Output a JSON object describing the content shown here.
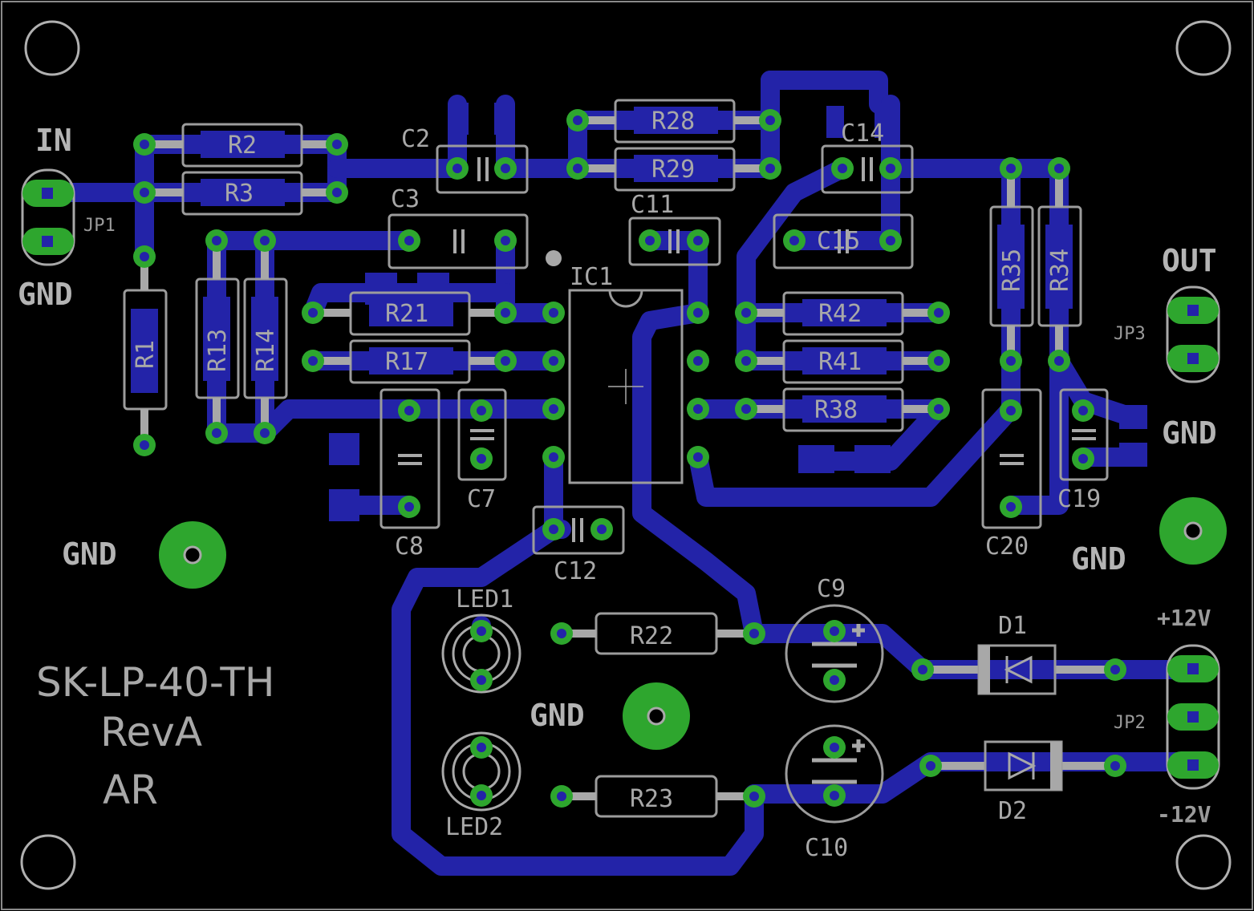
{
  "board": {
    "background": "#000000",
    "trace_color": "#2323a8",
    "pad_color": "#2ea62e",
    "silk_color": "#a8a8a8"
  },
  "title": {
    "line1": "SK-LP-40-TH",
    "line2": "RevA",
    "line3": "AR"
  },
  "connectors": {
    "in_label": "IN",
    "in_gnd_label": "GND",
    "jp1": "JP1",
    "out_label": "OUT",
    "jp3": "JP3",
    "out_gnd_label": "GND",
    "plus12": "+12V",
    "jp2": "JP2",
    "minus12": "-12V"
  },
  "gnd_pads": {
    "left": "GND",
    "center": "GND",
    "right": "GND"
  },
  "resistors": {
    "r1": "R1",
    "r2": "R2",
    "r3": "R3",
    "r13": "R13",
    "r14": "R14",
    "r17": "R17",
    "r21": "R21",
    "r22": "R22",
    "r23": "R23",
    "r28": "R28",
    "r29": "R29",
    "r34": "R34",
    "r35": "R35",
    "r38": "R38",
    "r41": "R41",
    "r42": "R42"
  },
  "capacitors": {
    "c2": "C2",
    "c3": "C3",
    "c7": "C7",
    "c8": "C8",
    "c9": "C9",
    "c10": "C10",
    "c11": "C11",
    "c12": "C12",
    "c14": "C14",
    "c15": "C15",
    "c19": "C19",
    "c20": "C20"
  },
  "ic": {
    "ic1": "IC1"
  },
  "leds": {
    "led1": "LED1",
    "led2": "LED2"
  },
  "diodes": {
    "d1": "D1",
    "d2": "D2"
  }
}
